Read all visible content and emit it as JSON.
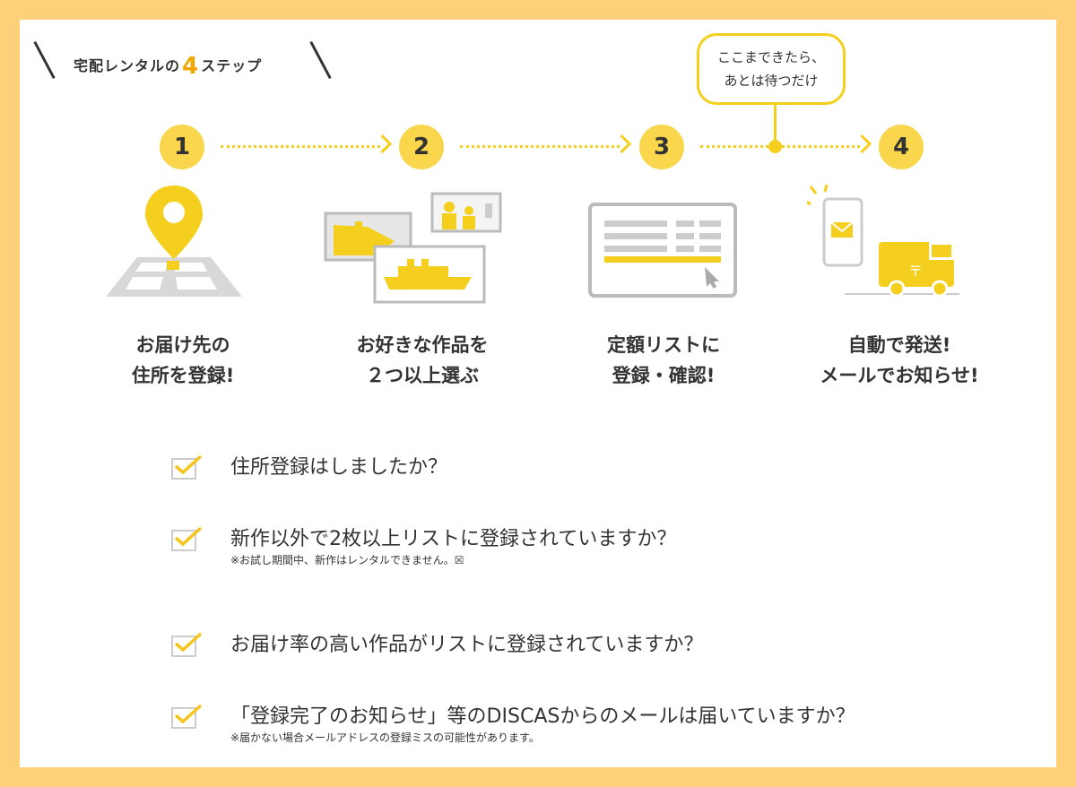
{
  "heading": {
    "prefix": "宅配レンタルの",
    "number": "4",
    "suffix": "ステップ"
  },
  "callout": {
    "line1": "ここまできたら、",
    "line2": "あとは待つだけ"
  },
  "steps": [
    {
      "number": "1",
      "caption_line1": "お届け先の",
      "caption_line2": "住所を登録!",
      "icon": "map-pin-icon"
    },
    {
      "number": "2",
      "caption_line1": "お好きな作品を",
      "caption_line2": "２つ以上選ぶ",
      "icon": "movie-cards-icon"
    },
    {
      "number": "3",
      "caption_line1": "定額リストに",
      "caption_line2": "登録・確認!",
      "icon": "list-screen-icon"
    },
    {
      "number": "4",
      "caption_line1": "自動で発送!",
      "caption_line2": "メールでお知らせ!",
      "icon": "phone-and-truck-icon"
    }
  ],
  "checklist": [
    {
      "text": "住所登録はしましたか？",
      "note": ""
    },
    {
      "text": "新作以外で2枚以上リストに登録されていますか？",
      "note": "※お試し期間中、新作はレンタルできません。☒"
    },
    {
      "text": "お届け率の高い作品がリストに登録されていますか？",
      "note": ""
    },
    {
      "text": "「登録完了のお知らせ」等のDISCASからのメールは届いていますか？",
      "note": "※届かない場合メールアドレスの登録ミスの可能性があります。"
    }
  ],
  "colors": {
    "frame": "#ffd07a",
    "accent_yellow": "#f5cf1d",
    "accent_orange": "#f0a800",
    "text": "#333333",
    "gray": "#cccccc"
  }
}
